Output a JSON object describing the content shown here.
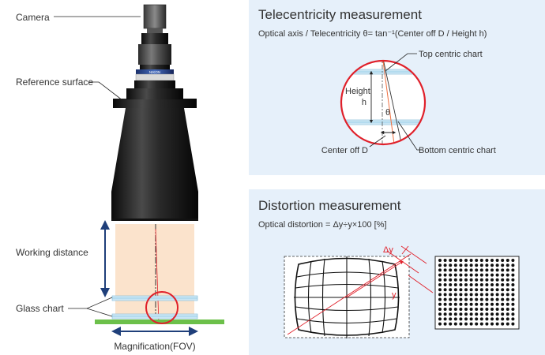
{
  "left": {
    "camera_label": "Camera",
    "reference_surface_label": "Reference surface",
    "working_distance_label": "Working distance",
    "glass_chart_label": "Glass chart",
    "magnification_label": "Magnification(FOV)",
    "lens_ring_text": "NIKON"
  },
  "telecentricity": {
    "title": "Telecentricity measurement",
    "formula": "Optical axis / Telecentricity θ= tan⁻¹(Center off D / Height h)",
    "top_chart_label": "Top centric chart",
    "bottom_chart_label": "Bottom centric chart",
    "height_label": "Height",
    "h_label": "h",
    "theta_label": "θ",
    "center_off_label": "Center off D"
  },
  "distortion": {
    "title": "Distortion measurement",
    "formula": "Optical distortion = Δy÷y×100  [%]",
    "dy_label": "Δy",
    "y_label": "y"
  },
  "colors": {
    "panel_bg": "#e6f0fa",
    "red": "#e0202a",
    "navy": "#1f3f7a",
    "green": "#6cc04a",
    "peach": "#fbe3cc",
    "orange": "#f07040"
  }
}
